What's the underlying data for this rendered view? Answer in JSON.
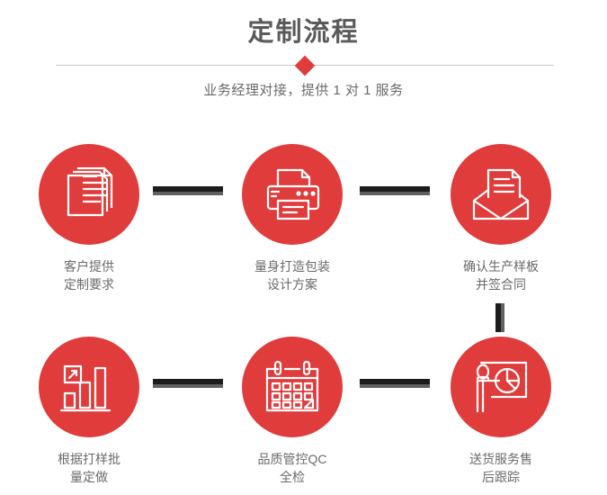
{
  "header": {
    "title": "定制流程",
    "subtitle": "业务经理对接，提供 1 对 1 服务",
    "accent_color": "#e03c3c",
    "title_color": "#5a5a5a",
    "divider_color": "#c9c9c9",
    "diamond_icon": "diamond-marker-icon"
  },
  "flow": {
    "connector_color": "#1c1c1c",
    "connector_shadow_color": "#616161",
    "steps": [
      {
        "index": "1",
        "icon": "documents-stack-icon",
        "label": "客户提供\n定制要求"
      },
      {
        "index": "2",
        "icon": "printer-icon",
        "label": "量身打造包装\n设计方案"
      },
      {
        "index": "3",
        "icon": "envelope-document-icon",
        "label": "确认生产样板\n并签合同"
      },
      {
        "index": "4",
        "icon": "bar-chart-growth-icon",
        "label": "根据打样批\n量定做"
      },
      {
        "index": "5",
        "icon": "calendar-check-icon",
        "label": "品质管控QC\n全检"
      },
      {
        "index": "6",
        "icon": "presenter-pie-chart-icon",
        "label": "送货服务售\n后跟踪"
      }
    ]
  }
}
